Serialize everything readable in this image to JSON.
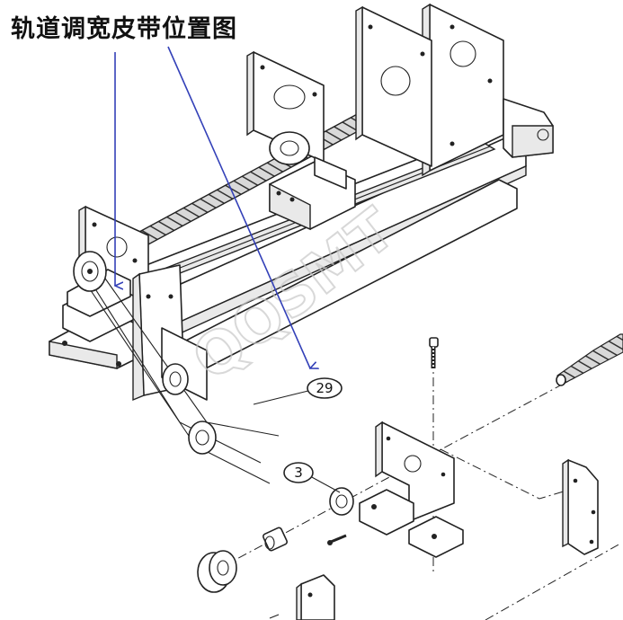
{
  "title": "轨道调宽皮带位置图",
  "callouts": [
    {
      "id": "29",
      "label": "29"
    },
    {
      "id": "3",
      "label": "3"
    }
  ],
  "watermark": "QQSMT",
  "colors": {
    "arrow": "#3340b8",
    "line": "#222222",
    "watermark": "#c8c8c8"
  }
}
